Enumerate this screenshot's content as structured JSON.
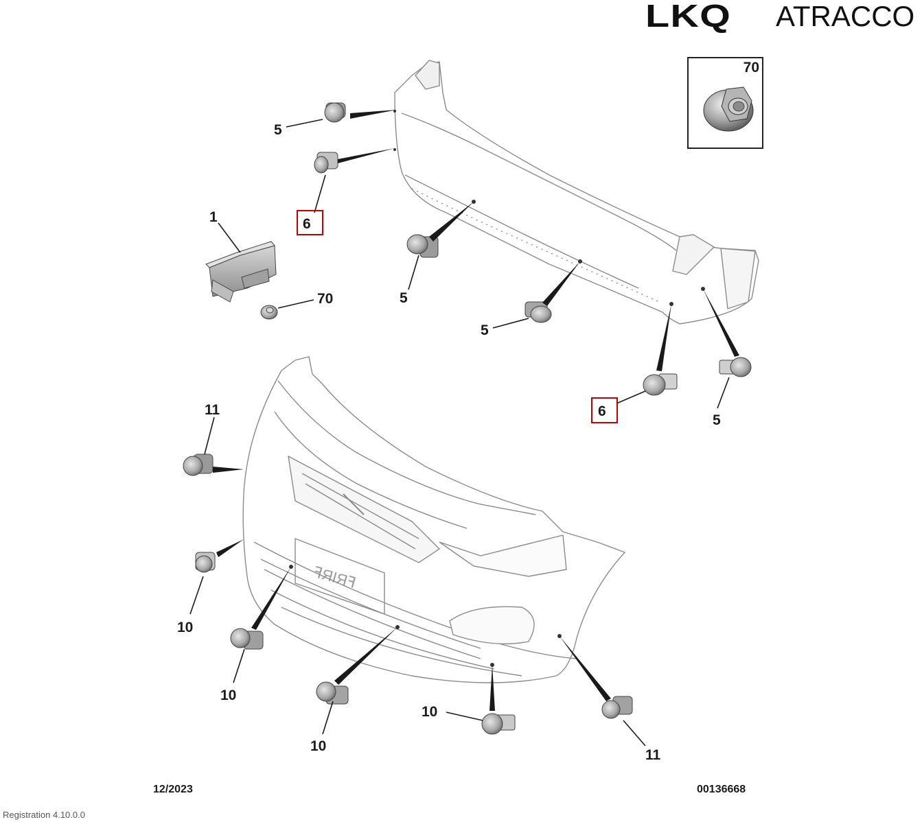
{
  "brand": {
    "logo_primary": "LKQ",
    "logo_secondary": "ATRACCO"
  },
  "inset": {
    "part_number": "70"
  },
  "callouts": {
    "rear_sensor_top": "5",
    "rear_sensor_upper": "6",
    "control_unit": "1",
    "nut": "70",
    "rear_sensor_mid_left": "5",
    "rear_sensor_mid": "5",
    "rear_sensor_right_boxed": "6",
    "rear_sensor_right": "5",
    "front_sensor_left_top": "11",
    "front_sensor_left_mid": "10",
    "front_sensor_left_low": "10",
    "front_sensor_center": "10",
    "front_sensor_center_right": "10",
    "front_sensor_right": "11"
  },
  "footer": {
    "date": "12/2023",
    "diagram_number": "00136668",
    "registration": "Registration 4.10.0.0"
  },
  "colors": {
    "line": "#1a1a1a",
    "outline": "#8a8a8a",
    "part_fill": "#c9c9c9",
    "highlight_box": "#c00000"
  }
}
